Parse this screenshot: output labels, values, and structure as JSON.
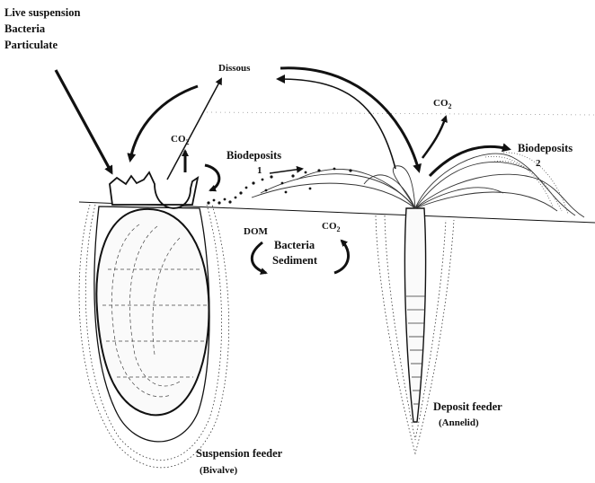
{
  "labels": {
    "live_suspension": "Live suspension",
    "bacteria_top": "Bacteria",
    "particulate": "Particulate",
    "dissous": "Dissous",
    "co2_base": "CO",
    "co2_sub": "2",
    "biodeposits": "Biodeposits",
    "biodeposits_1": "1",
    "biodeposits_2": "2",
    "dom": "DOM",
    "bacteria_sediment": "Bacteria",
    "sediment": "Sediment",
    "suspension_feeder": "Suspension feeder",
    "bivalve": "(Bivalve)",
    "deposit_feeder": "Deposit feeder",
    "annelid": "(Annelid)"
  },
  "colors": {
    "ink": "#111111",
    "paper": "#ffffff"
  }
}
